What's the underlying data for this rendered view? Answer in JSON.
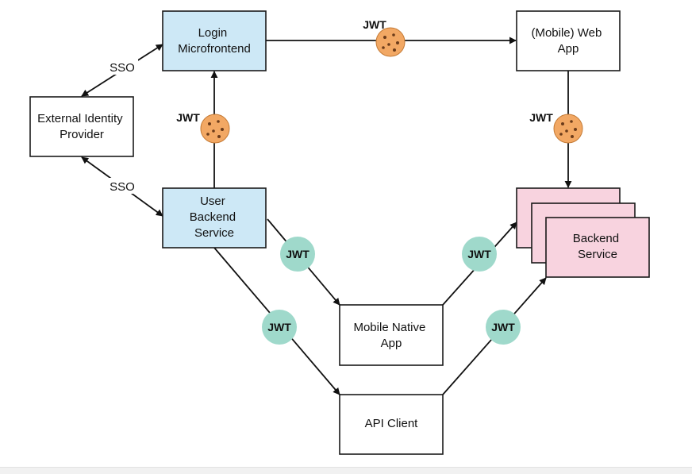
{
  "colors": {
    "blue_box": "#cde8f6",
    "pink_box": "#f8d3df",
    "white_box": "#ffffff",
    "jwt_token": "#9fd9cb",
    "cookie": "#f2a864",
    "cookie_dots": "#6b3b1a"
  },
  "nodes": {
    "login": {
      "lines": [
        "Login",
        "Microfrontend"
      ]
    },
    "web_app": {
      "lines": [
        "(Mobile) Web",
        "App"
      ]
    },
    "idp": {
      "lines": [
        "External Identity",
        "Provider"
      ]
    },
    "user_backend": {
      "lines": [
        "User",
        "Backend",
        "Service"
      ]
    },
    "backend_service": {
      "lines": [
        "Backend",
        "Service"
      ]
    },
    "mobile_native": {
      "lines": [
        "Mobile Native",
        "App"
      ]
    },
    "api_client": {
      "lines": [
        "API Client"
      ]
    }
  },
  "labels": {
    "jwt": "JWT",
    "sso": "SSO"
  },
  "icons": {
    "cookie": "cookie-icon",
    "arrowhead": "arrowhead-icon"
  }
}
